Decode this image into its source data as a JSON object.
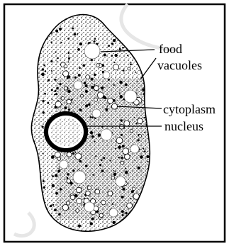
{
  "labels": {
    "food_vacuoles_line1": "food",
    "food_vacuoles_line2": "vacuoles",
    "cytoplasm": "cytoplasm",
    "nucleus": "nucleus"
  },
  "colors": {
    "ink": "#000000",
    "background": "#ffffff",
    "watermark": "#dcdcdc"
  }
}
